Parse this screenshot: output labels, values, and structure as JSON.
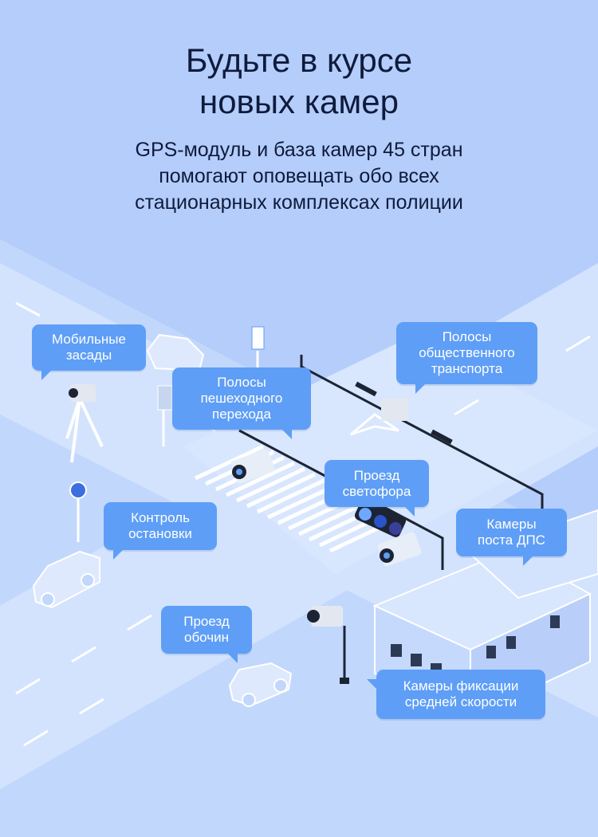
{
  "header": {
    "title_lines": [
      "Будьте в курсе",
      "новых камер"
    ],
    "subtitle_lines": [
      "GPS-модуль и база камер 45 стран",
      "помогают оповещать обо всех",
      "стационарных комплексах полиции"
    ]
  },
  "callouts": [
    {
      "lines": [
        "Мобильные",
        "засады"
      ]
    },
    {
      "lines": [
        "Полосы",
        "пешеходного",
        "перехода"
      ]
    },
    {
      "lines": [
        "Полосы",
        "общественного",
        "транспорта"
      ]
    },
    {
      "lines": [
        "Проезд",
        "светофора"
      ]
    },
    {
      "lines": [
        "Контроль",
        "остановки"
      ]
    },
    {
      "lines": [
        "Камеры",
        "поста ДПС"
      ]
    },
    {
      "lines": [
        "Проезд",
        "обочин"
      ]
    },
    {
      "lines": [
        "Камеры фиксации",
        "средней скорости"
      ]
    }
  ],
  "colors": {
    "background": "#b5cdfa",
    "road": "#cfe0fd",
    "callout": "#5e9ef6",
    "text": "#0e1b3d"
  }
}
